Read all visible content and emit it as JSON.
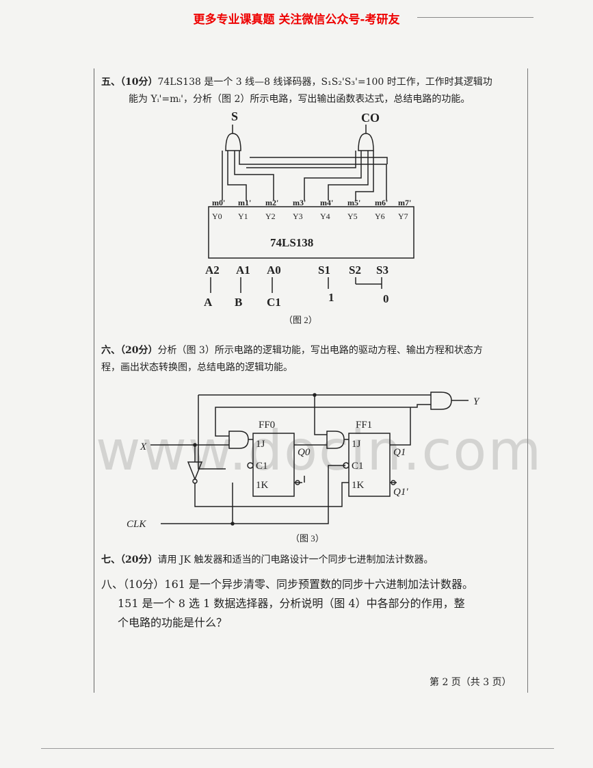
{
  "header": "更多专业课真题 关注微信公众号-考研友",
  "q5": {
    "num": "五、",
    "score": "（10分）",
    "line1": "74LS138 是一个 3 线—8 线译码器，S₁S₂'S₃'=100 时工作，工作时其逻辑功",
    "line2": "能为 Yᵢ'=mᵢ'，分析（图 2）所示电路，写出输出函数表达式，总结电路的功能。"
  },
  "fig2": {
    "chip": "74LS138",
    "top_inputs": [
      "S",
      "CO"
    ],
    "outputs": [
      "Y0",
      "Y1",
      "Y2",
      "Y3",
      "Y4",
      "Y5",
      "Y6",
      "Y7"
    ],
    "minterms": [
      "m0'",
      "m1'",
      "m2'",
      "m3'",
      "m4'",
      "m5'",
      "m6'",
      "m7'"
    ],
    "pins": [
      "A2",
      "A1",
      "A0",
      "S1",
      "S2",
      "S3"
    ],
    "inputs": [
      "A",
      "B",
      "C1",
      "1",
      "0"
    ],
    "caption": "（图 2）"
  },
  "q6": {
    "num": "六、",
    "score": "（20分）",
    "line1": "分析（图 3）所示电路的逻辑功能，写出电路的驱动方程、输出方程和状态方",
    "line2": "程，画出状态转换图，总结电路的逻辑功能。"
  },
  "fig3": {
    "ff": [
      "FF0",
      "FF1"
    ],
    "pins": [
      "1J",
      "C1",
      "1K"
    ],
    "labels": {
      "x": "X",
      "y": "Y",
      "clk": "CLK",
      "q0": "Q0",
      "q1": "Q1",
      "q1n": "Q1'"
    },
    "caption": "（图 3）"
  },
  "q7": {
    "num": "七、",
    "score": "（20分）",
    "text": "请用 JK 触发器和适当的门电路设计一个同步七进制加法计数器。"
  },
  "q8": {
    "num": "八、",
    "score": "（10分）",
    "line1": "161 是一个异步清零、同步预置数的同步十六进制加法计数器。",
    "line2": "151 是一个 8 选 1 数据选择器，分析说明（图 4）中各部分的作用，整",
    "line3": "个电路的功能是什么？"
  },
  "watermark": "www.docin.com",
  "footer": "第 2 页（共 3 页）"
}
